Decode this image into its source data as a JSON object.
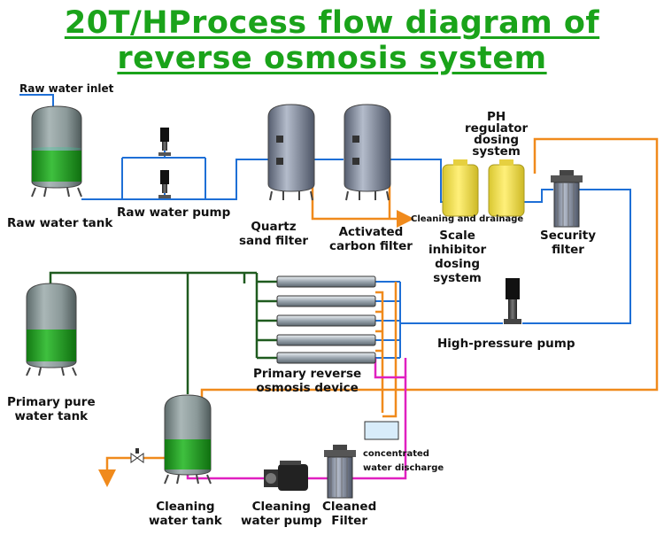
{
  "title": {
    "line1": "20T/HProcess flow diagram of",
    "line2": "reverse osmosis system"
  },
  "labels": {
    "raw_water_inlet": "Raw water inlet",
    "raw_water_tank": "Raw water tank",
    "raw_water_pump": "Raw water pump",
    "quartz_sand_filter": [
      "Quartz",
      "sand filter"
    ],
    "activated_carbon_filter": [
      "Activated",
      "carbon filter"
    ],
    "ph_regulator": [
      "PH",
      "regulator",
      "dosing",
      "system"
    ],
    "cleaning_and_drainage": "Cleaning and drainage",
    "scale_inhibitor": [
      "Scale",
      "inhibitor",
      "dosing",
      "system"
    ],
    "security_filter": [
      "Security",
      "filter"
    ],
    "high_pressure_pump": "High-pressure pump",
    "primary_pure_water_tank": [
      "Primary pure",
      "water tank"
    ],
    "primary_ro_device": [
      "Primary reverse",
      "osmosis device"
    ],
    "concentrated_water_discharge": [
      "concentrated",
      "water discharge"
    ],
    "cleaning_water_tank": [
      "Cleaning",
      "water tank"
    ],
    "cleaning_water_pump": [
      "Cleaning",
      "water pump"
    ],
    "cleaned_filter": [
      "Cleaned",
      "Filter"
    ]
  },
  "colors": {
    "title": "#1aa31a",
    "feed_line": "#1e6fd6",
    "drain_line": "#f08a1c",
    "product_line": "#1f5b1f",
    "cleaning_line": "#e020c0",
    "tank_body": "#7f8e8e",
    "tank_water": "#2ea82e"
  }
}
